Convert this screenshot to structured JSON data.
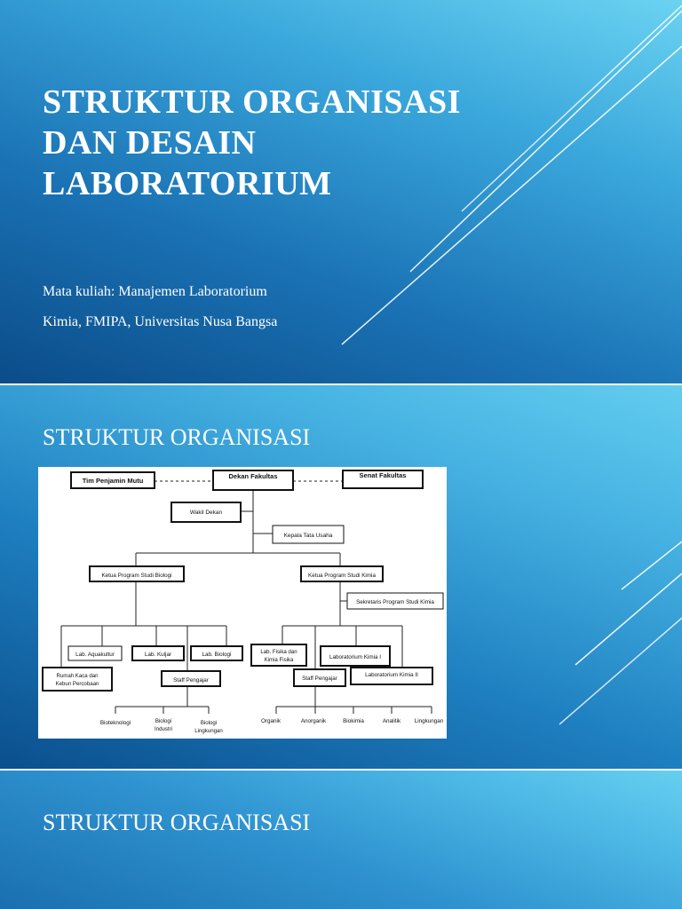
{
  "slide1": {
    "title": "STRUKTUR ORGANISASI DAN DESAIN LABORATORIUM",
    "subtitle_line1": "Mata kuliah: Manajemen Laboratorium",
    "subtitle_line2": "Kimia, FMIPA, Universitas Nusa Bangsa"
  },
  "slide2": {
    "title": "STRUKTUR ORGANISASI",
    "chart": {
      "tim_penjamin_mutu": "Tim Penjamin Mutu",
      "dekan_fakultas": "Dekan Fakultas",
      "senat_fakultas": "Senat Fakultas",
      "wakil_dekan": "Wakil Dekan",
      "kepala_tata_usaha": "Kepala Tata Usaha",
      "kaprodi_biologi": "Ketua Program Studi Biologi",
      "kaprodi_kimia": "Ketua Program Studi Kimia",
      "sekretaris_kimia": "Sekretaris Program Studi Kimia",
      "lab_aquakultur": "Lab. Aquakultur",
      "lab_kuljar": "Lab. Kuljar",
      "lab_biologi": "Lab. Biologi",
      "lab_fisika_line1": "Lab. Fisika dan",
      "lab_fisika_line2": "Kimia Fisika",
      "lab_kimia_1": "Laboratorium Kimia I",
      "lab_kimia_2": "Laboratorium Kimia II",
      "rumah_kaca_line1": "Rumah Kaca dan",
      "rumah_kaca_line2": "Kebun Percobaan",
      "staff_biologi": "Staff Pengajar",
      "staff_kimia": "Staff Pengajar",
      "bioteknologi": "Bioteknologi",
      "biologi_industri_line1": "Biologi",
      "biologi_industri_line2": "Industri",
      "biologi_lingkungan_line1": "Biologi",
      "biologi_lingkungan_line2": "Lingkungan",
      "organik": "Organik",
      "anorganik": "Anorganik",
      "biokimia": "Biokimia",
      "analitik": "Analitik",
      "lingkungan": "Lingkungan"
    }
  },
  "slide3": {
    "title": "STRUKTUR ORGANISASI"
  },
  "colors": {
    "dark_blue": "#0b4c89",
    "light_blue": "#63cdef",
    "text": "#ffffff"
  }
}
